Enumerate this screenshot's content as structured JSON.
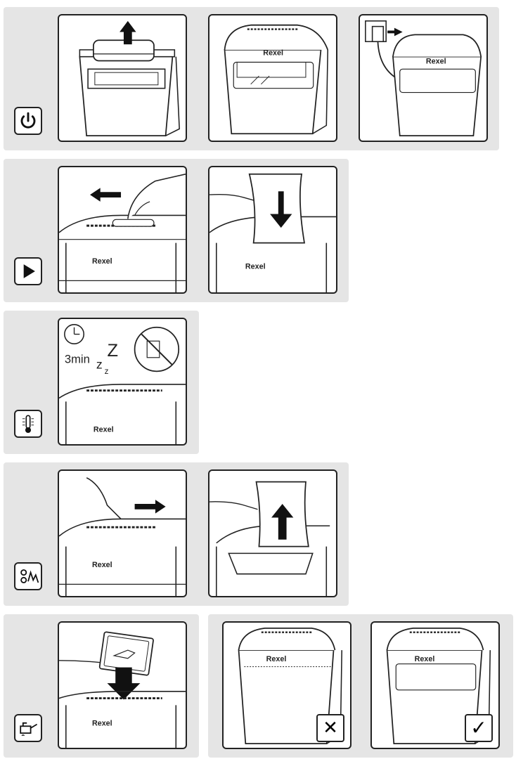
{
  "brand": "Rexel",
  "sections": [
    {
      "icon": "power-icon"
    },
    {
      "icon": "play-icon"
    },
    {
      "icon": "thermometer-icon"
    },
    {
      "icon": "reverse-icon"
    },
    {
      "icon": "oil-can-icon"
    }
  ],
  "sleep": {
    "timer": "3min",
    "z_large": "Z",
    "z_mid": "z",
    "z_small": "z"
  },
  "marks": {
    "wrong": "✕",
    "right": "✓"
  }
}
